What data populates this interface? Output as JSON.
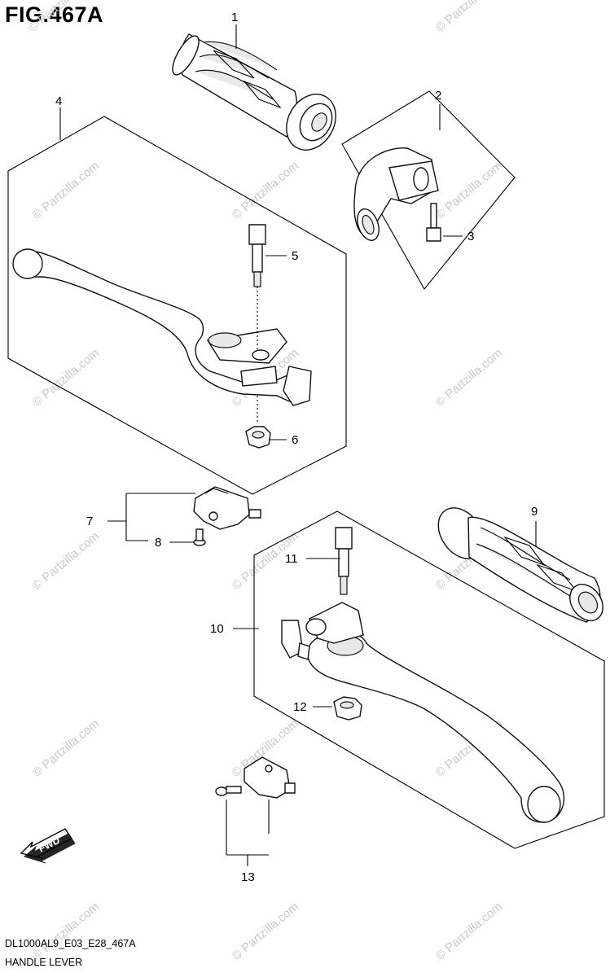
{
  "figure": {
    "title": "FIG.467A",
    "code": "DL1000AL9_E03_E28_467A",
    "name": "HANDLE LEVER"
  },
  "watermark": "© Partzilla.com",
  "fwd_label": "FWD",
  "callouts": {
    "c1": "1",
    "c2": "2",
    "c3": "3",
    "c4": "4",
    "c5": "5",
    "c6": "6",
    "c7": "7",
    "c8": "8",
    "c9": "9",
    "c10": "10",
    "c11": "11",
    "c12": "12",
    "c13": "13"
  },
  "icons": {
    "grip": "handlebar-grip-icon",
    "holder": "lever-holder-icon",
    "bolt": "bolt-icon",
    "nut": "nut-icon",
    "lever": "lever-icon",
    "switch": "stop-switch-icon",
    "arrow": "fwd-arrow-icon"
  }
}
